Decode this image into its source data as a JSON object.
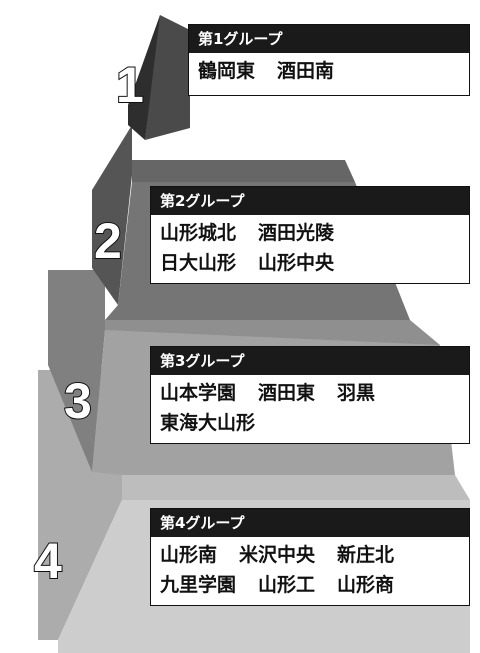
{
  "groups": [
    {
      "number": "1",
      "title": "第1グループ",
      "rows": [
        [
          "鶴岡東",
          "酒田南"
        ]
      ]
    },
    {
      "number": "2",
      "title": "第2グループ",
      "rows": [
        [
          "山形城北",
          "酒田光陵"
        ],
        [
          "日大山形",
          "山形中央"
        ]
      ]
    },
    {
      "number": "3",
      "title": "第3グループ",
      "rows": [
        [
          "山本学園",
          "酒田東",
          "羽黒"
        ],
        [
          "東海大山形"
        ]
      ]
    },
    {
      "number": "4",
      "title": "第4グループ",
      "rows": [
        [
          "山形南",
          "米沢中央",
          "新庄北"
        ],
        [
          "九里学園",
          "山形工",
          "山形商"
        ]
      ]
    }
  ],
  "colors": {
    "tier1_left": "#2e2e2e",
    "tier1_right": "#4a4a4a",
    "tier2_left": "#555555",
    "tier2_right": "#757575",
    "tier3_left": "#808080",
    "tier3_right": "#a2a2a2",
    "tier4_left": "#acacac",
    "tier4_right": "#cdcdcd",
    "header_bg": "#1a1a1a"
  }
}
